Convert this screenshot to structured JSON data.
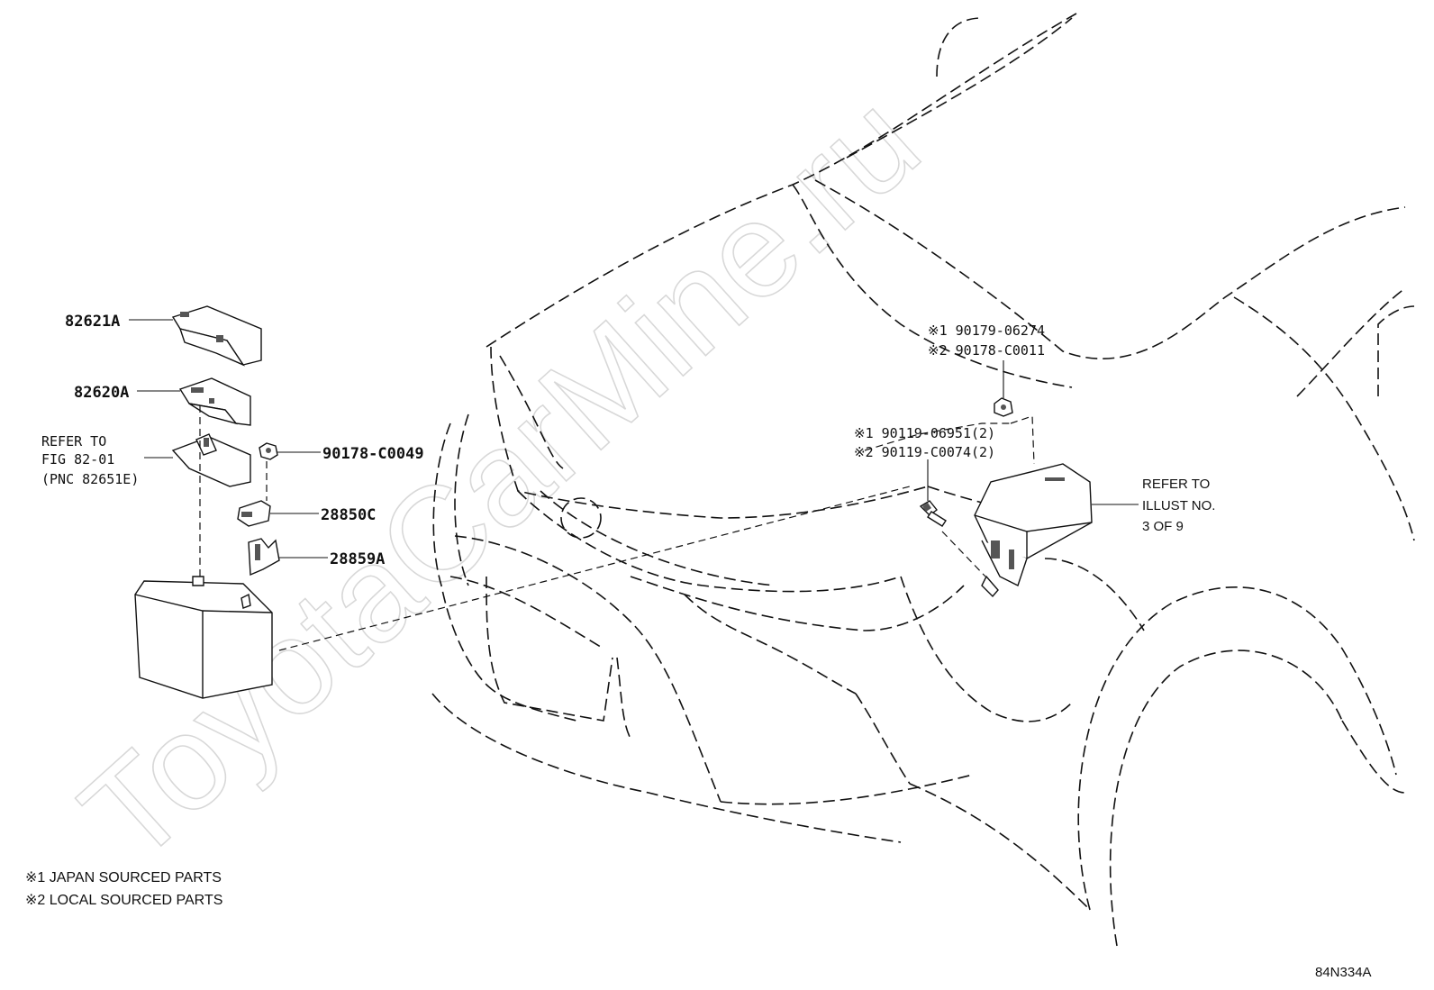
{
  "watermark": "ToyotaCarMine.ru",
  "parts": {
    "p82621A": "82621A",
    "p82620A": "82620A",
    "p90178C0049": "90178-C0049",
    "p28850C": "28850C",
    "p28859A": "28859A"
  },
  "refer_left": {
    "line1": "REFER TO",
    "line2": "FIG 82-01",
    "line3": "(PNC 82651E)"
  },
  "nut_codes": {
    "line1": "※1 90179-06274",
    "line2": "※2 90178-C0011"
  },
  "bolt_codes": {
    "line1": "※1 90119-06951(2)",
    "line2": "※2 90119-C0074(2)"
  },
  "refer_right": {
    "line1": "REFER TO",
    "line2": "ILLUST NO.",
    "line3": "3 OF 9"
  },
  "notes": {
    "line1": "※1 JAPAN SOURCED PARTS",
    "line2": "※2 LOCAL SOURCED PARTS"
  },
  "illustration_id": "84N334A"
}
